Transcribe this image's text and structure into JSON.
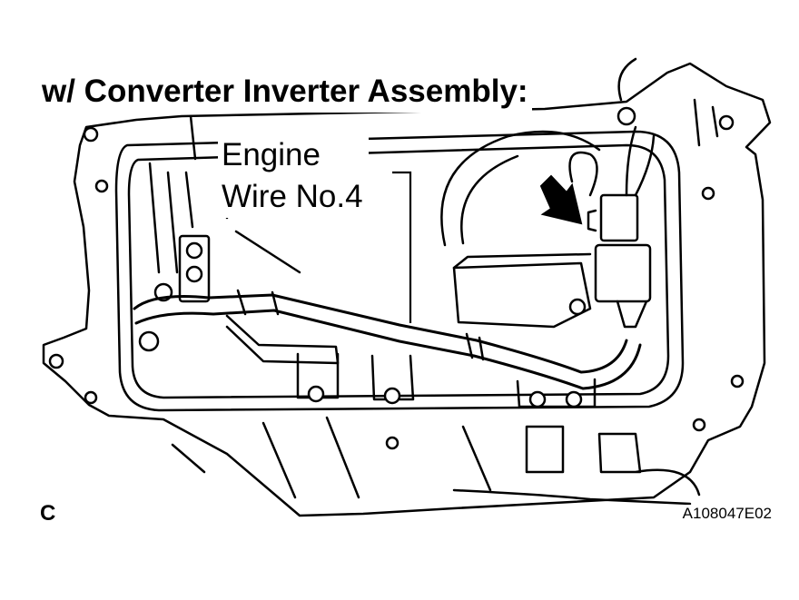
{
  "title": "w/ Converter Inverter Assembly:",
  "callout": {
    "line1": "Engine",
    "line2": "Wire No.4"
  },
  "corner_label": "C",
  "figure_code": "A108047E02",
  "colors": {
    "ink": "#000000",
    "paper": "#ffffff"
  }
}
